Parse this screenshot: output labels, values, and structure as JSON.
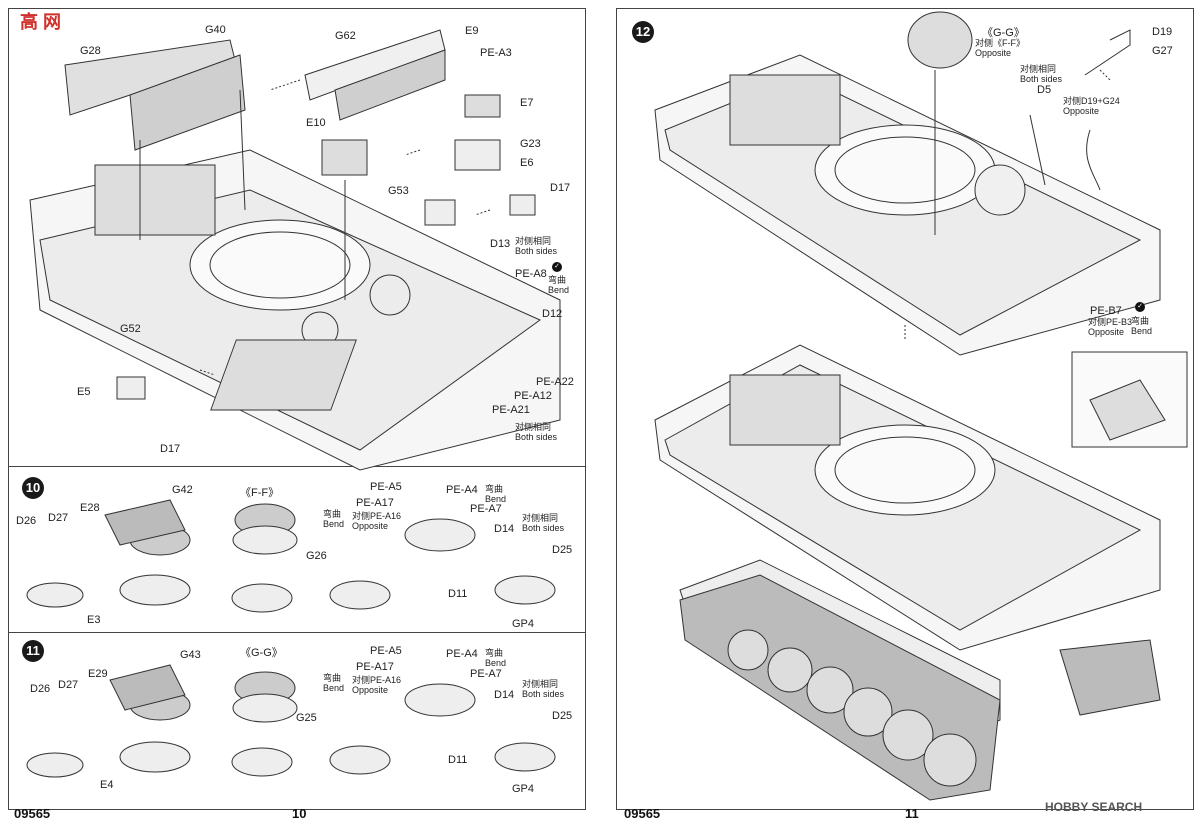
{
  "left_page": {
    "page_number": "10",
    "kit_code": "09565",
    "step9": {
      "labels": {
        "G28": "G28",
        "G40": "G40",
        "G62": "G62",
        "E9": "E9",
        "PE_A3": "PE-A3",
        "E10": "E10",
        "E7": "E7",
        "G23": "G23",
        "E6": "E6",
        "D17a": "D17",
        "G53": "G53",
        "D13": "D13",
        "both1": "对侧相同\nBoth sides",
        "PE_A8": "PE-A8",
        "bend1": "弯曲\nBend",
        "D12": "D12",
        "G52": "G52",
        "E5": "E5",
        "D17b": "D17",
        "PE_A22": "PE-A22",
        "PE_A12": "PE-A12",
        "PE_A21": "PE-A21",
        "both2": "对侧相同\nBoth sides"
      }
    },
    "step10": {
      "number": "10",
      "labels": {
        "E28": "E28",
        "G42": "G42",
        "FF": "《F-F》",
        "D26": "D26",
        "D27": "D27",
        "E3": "E3",
        "PE_A5": "PE-A5",
        "PE_A4": "PE-A4",
        "bend_a": "弯曲\nBend",
        "PE_A17": "PE-A17",
        "opp": "对侧PE-A16\nOpposite",
        "bend_b": "弯曲\nBend",
        "PE_A7": "PE-A7",
        "both": "对侧相同\nBoth sides",
        "D14": "D14",
        "G26": "G26",
        "D25": "D25",
        "D11": "D11",
        "GP4": "GP4"
      }
    },
    "step11": {
      "number": "11",
      "labels": {
        "E29": "E29",
        "G43": "G43",
        "GG": "《G-G》",
        "D26": "D26",
        "D27": "D27",
        "E4": "E4",
        "PE_A5": "PE-A5",
        "PE_A4": "PE-A4",
        "bend_a": "弯曲\nBend",
        "PE_A17": "PE-A17",
        "opp": "对侧PE-A16\nOpposite",
        "bend_b": "弯曲\nBend",
        "PE_A7": "PE-A7",
        "both": "对侧相同\nBoth sides",
        "D14": "D14",
        "G25": "G25",
        "D25": "D25",
        "D11": "D11",
        "GP4": "GP4"
      }
    }
  },
  "right_page": {
    "page_number": "11",
    "kit_code": "09565",
    "step12": {
      "number": "12",
      "labels": {
        "GG": "《G-G》",
        "FF": "对侧《F-F》\nOpposite",
        "D19": "D19",
        "G27": "G27",
        "both": "对侧相同\nBoth sides",
        "D5": "D5",
        "D19G24": "对侧D19+G24\nOpposite",
        "PE_B7": "PE-B7",
        "PE_B3": "对侧PE-B3\nOpposite",
        "bend": "弯曲\nBend"
      }
    }
  },
  "watermark": {
    "text": "HOBBY SEARCH",
    "site": "高 网"
  },
  "colors": {
    "line": "#333333",
    "accent": "#1a1a1a",
    "logo_red": "#d0312d"
  }
}
